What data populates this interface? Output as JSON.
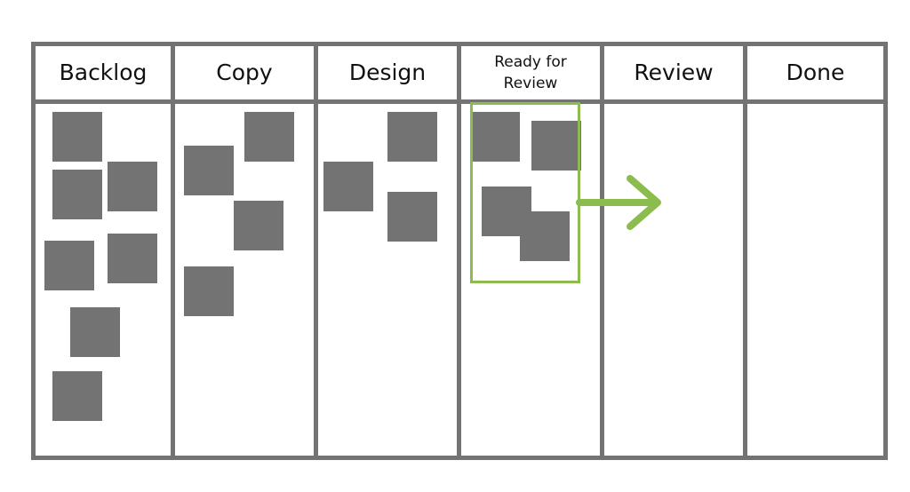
{
  "board": {
    "columns": [
      {
        "id": "backlog",
        "title": "Backlog",
        "cards": 7
      },
      {
        "id": "copy",
        "title": "Copy",
        "cards": 4
      },
      {
        "id": "design",
        "title": "Design",
        "cards": 3
      },
      {
        "id": "ready",
        "title": "Ready for\nReview",
        "cards": 4
      },
      {
        "id": "review",
        "title": "Review",
        "cards": 0
      },
      {
        "id": "done",
        "title": "Done",
        "cards": 0
      }
    ]
  },
  "colors": {
    "border": "#737373",
    "card": "#737373",
    "highlight": "#8cbb4e"
  },
  "icons": {
    "move_arrow": "arrow-right-icon"
  }
}
